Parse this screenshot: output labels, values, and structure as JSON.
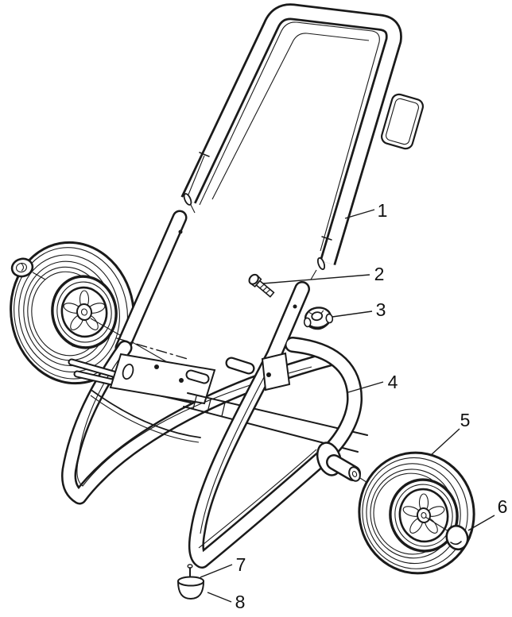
{
  "figure": {
    "type": "exploded-parts-diagram",
    "subject": "two-wheel cart frame with handle, wheels and hardware",
    "background_color": "#ffffff",
    "line_color": "#1a1a1a"
  },
  "callouts": [
    {
      "label": "1"
    },
    {
      "label": "2"
    },
    {
      "label": "3"
    },
    {
      "label": "4"
    },
    {
      "label": "5"
    },
    {
      "label": "6"
    },
    {
      "label": "7"
    },
    {
      "label": "8"
    }
  ]
}
